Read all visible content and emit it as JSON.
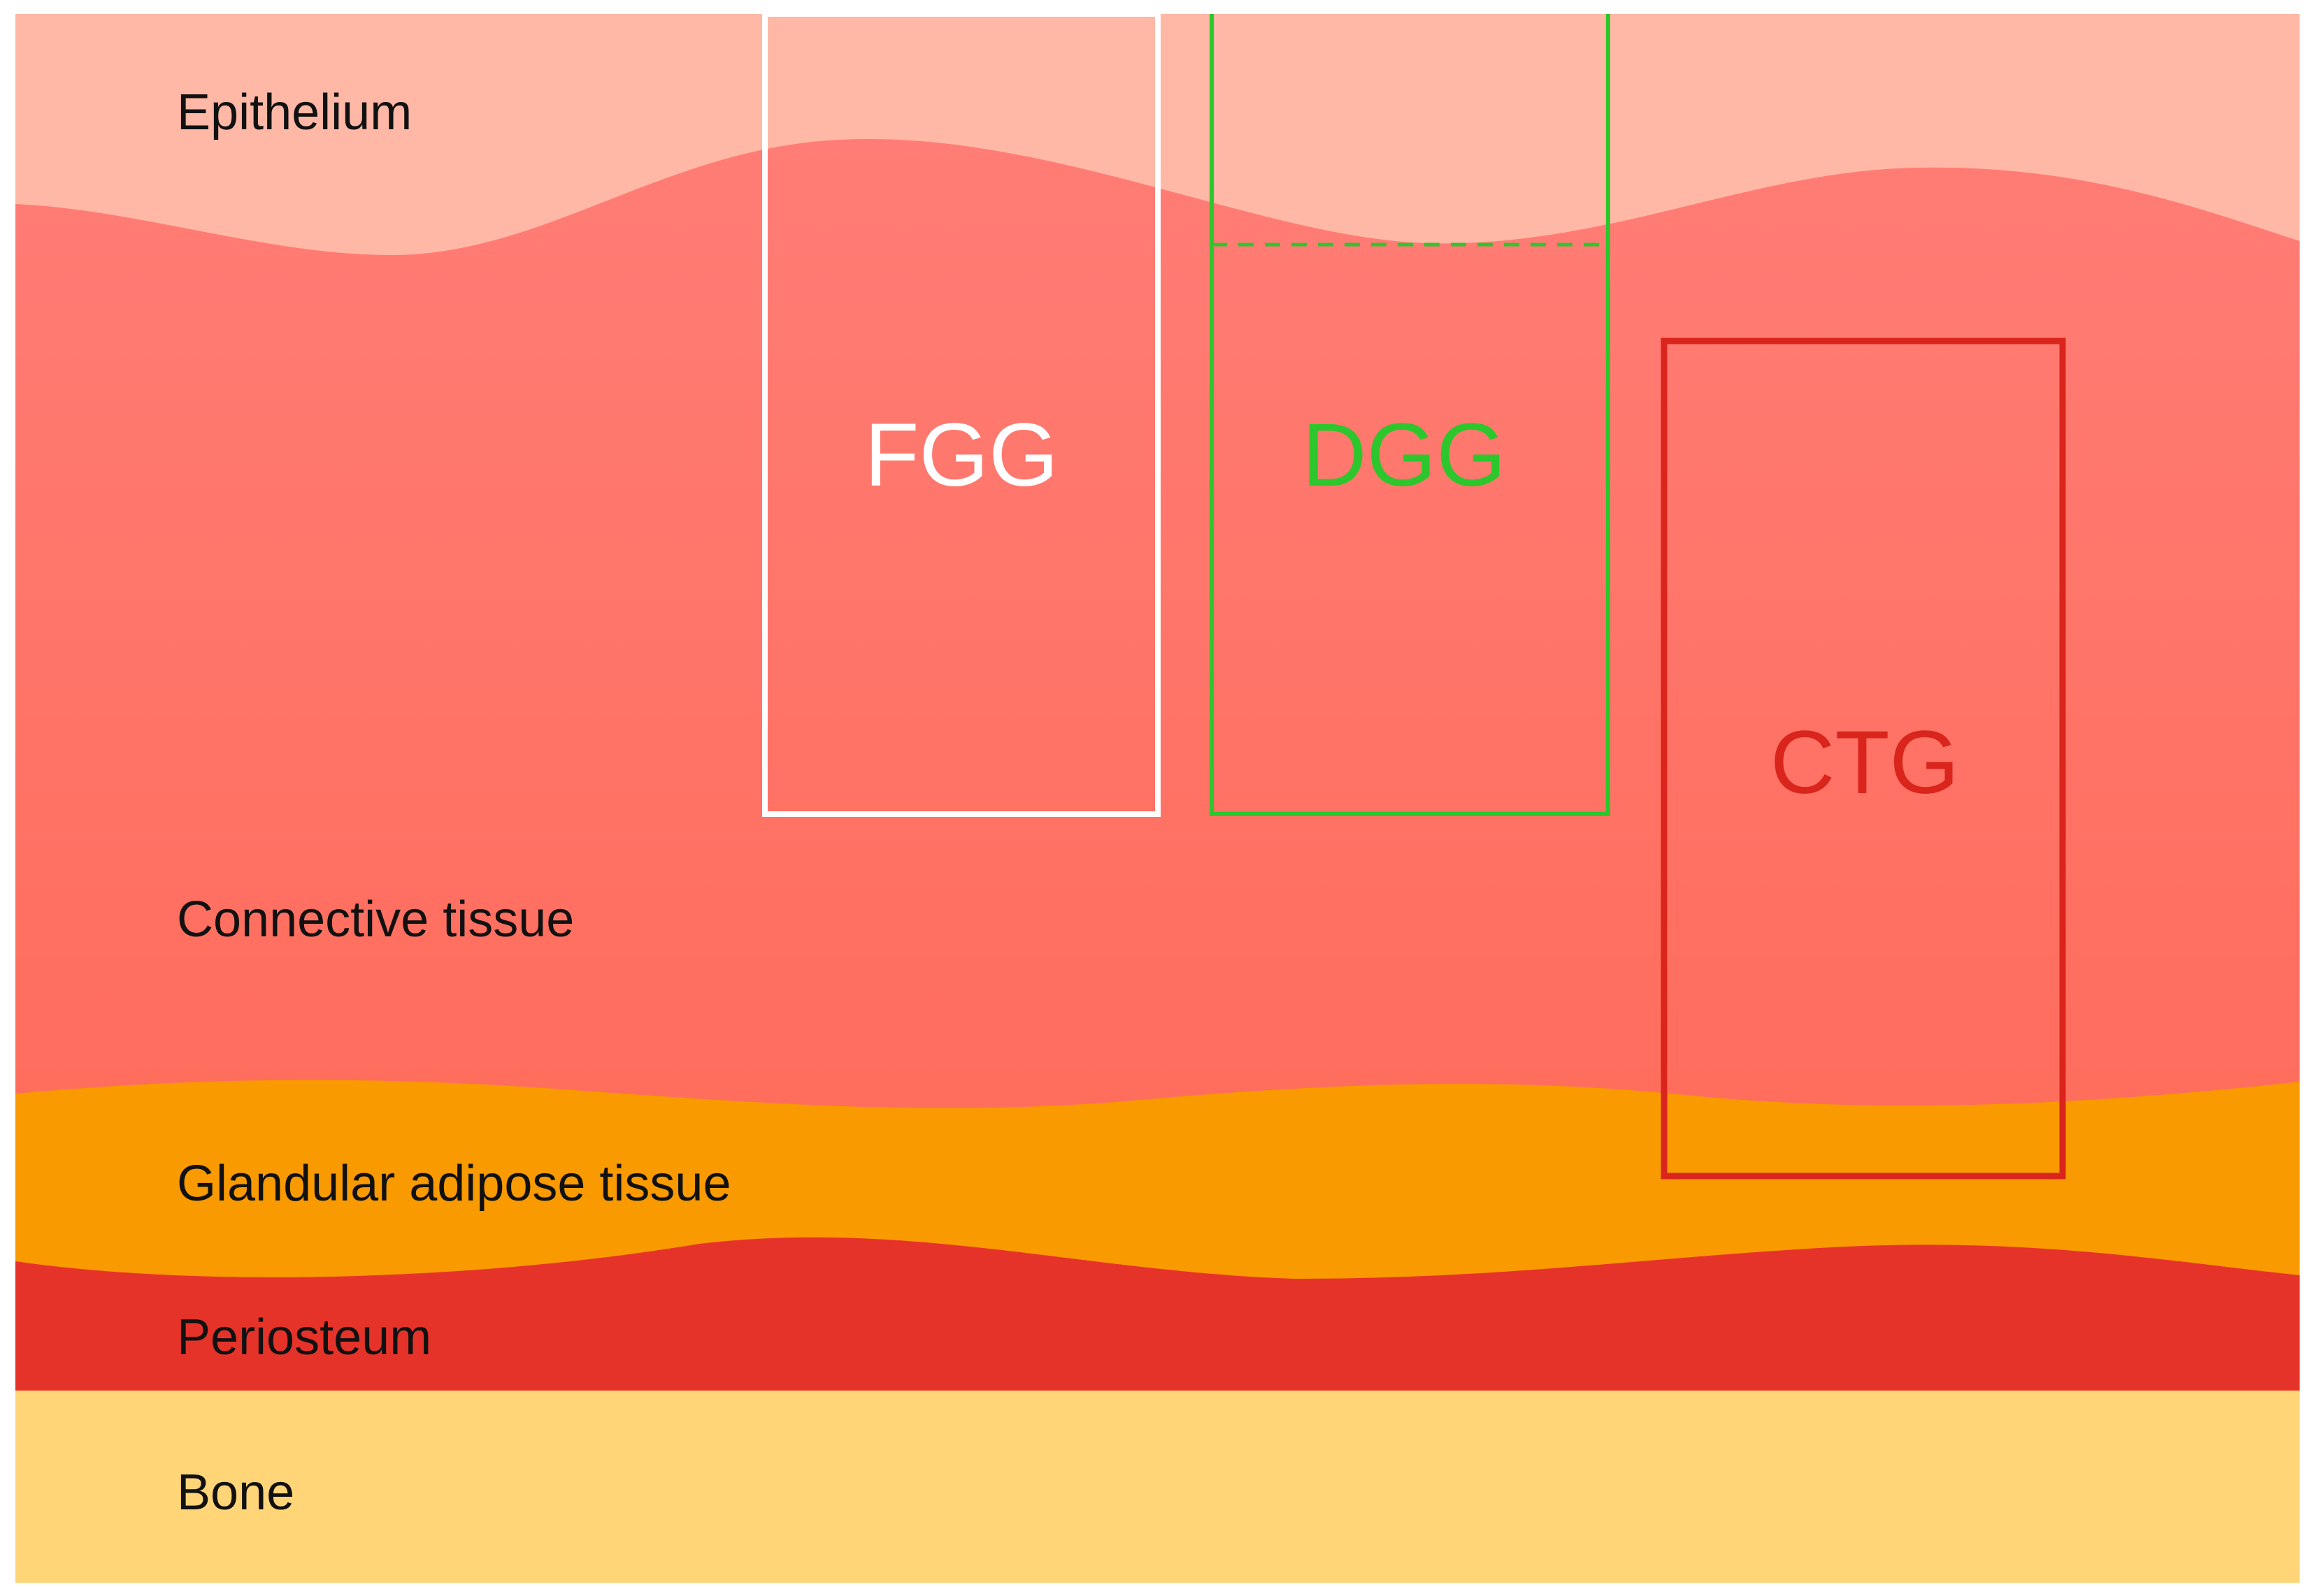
{
  "layers": {
    "epithelium": {
      "label": "Epithelium",
      "color": "#FFB7A6"
    },
    "connective": {
      "label": "Connective tissue",
      "color_top": "#FF7F79",
      "color_bottom": "#FF6550"
    },
    "adipose": {
      "label": "Glandular adipose tissue",
      "color": "#F99A00"
    },
    "periosteum": {
      "label": "Periosteum",
      "color": "#E6332A"
    },
    "bone": {
      "label": "Bone",
      "color": "#FFD577"
    }
  },
  "grafts": {
    "fgg": {
      "label": "FGG",
      "color": "#FFFFFF"
    },
    "dgg": {
      "label": "DGG",
      "color": "#2DC72D"
    },
    "ctg": {
      "label": "CTG",
      "color": "#D9251C"
    }
  }
}
